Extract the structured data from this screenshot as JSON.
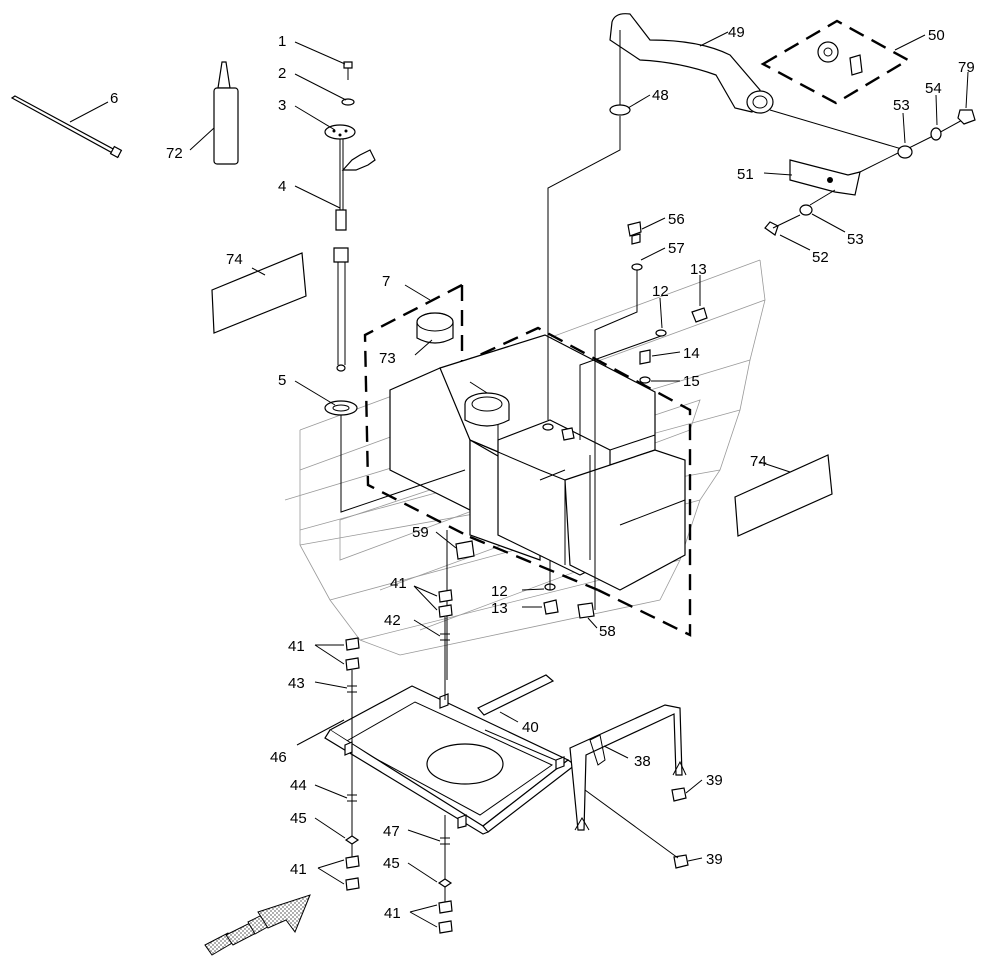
{
  "diagram": {
    "callouts": [
      "1",
      "2",
      "3",
      "4",
      "5",
      "6",
      "7",
      "12",
      "12",
      "13",
      "13",
      "14",
      "15",
      "38",
      "39",
      "39",
      "40",
      "41",
      "41",
      "41",
      "41",
      "42",
      "43",
      "44",
      "45",
      "45",
      "46",
      "47",
      "48",
      "49",
      "50",
      "51",
      "52",
      "53",
      "53",
      "54",
      "56",
      "57",
      "58",
      "59",
      "72",
      "73",
      "74",
      "74",
      "79"
    ]
  },
  "colors": {
    "line": "#000000",
    "background": "#ffffff",
    "hatch": "#aaaaaa"
  }
}
